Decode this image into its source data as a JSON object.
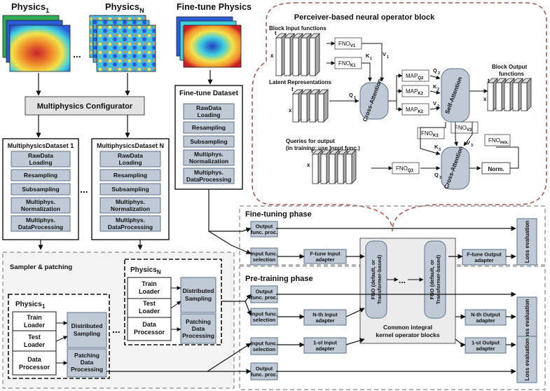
{
  "headers": {
    "physics_1": "Physics",
    "physics_1_sub": "1",
    "physics_n": "Physics",
    "physics_n_sub": "N",
    "finetune_physics": "Fine-tune Physics",
    "ellipsis": "..."
  },
  "configurator": "Multiphysics Configurator",
  "datasets": {
    "ds1_title": "MultiphysicsDataset 1",
    "dsN_title": "MultiphysicsDataset N",
    "ft_title": "Fine-tune Dataset",
    "steps": [
      [
        "RawData",
        "Loading"
      ],
      [
        "Resampling"
      ],
      [
        "Subsampling"
      ],
      [
        "Multiphys.",
        "Normalization"
      ],
      [
        "Multiphys.",
        "DataProcessing"
      ]
    ]
  },
  "sampler": {
    "title": "Sampler & patching",
    "phys1": "Physics",
    "phys1_sub": "1",
    "physN": "Physics",
    "physN_sub": "N",
    "loaders": [
      [
        "Train",
        "Loader"
      ],
      [
        "Test",
        "Loader"
      ],
      [
        "Data",
        "Processor"
      ]
    ],
    "dist": [
      "Distributed",
      "Sampling"
    ],
    "patch": [
      "Patching",
      "Data",
      "Processing"
    ]
  },
  "perceiver": {
    "title": "Perceiver-based neural operator block",
    "block_input": "Block Input functions",
    "latent": "Latent Representations",
    "queries": [
      "Queries for output",
      "(in training: use Input func.)"
    ],
    "block_output": [
      "Block Output",
      "functions"
    ],
    "cross_attention": "Cross-Attention",
    "self_attention": "Self-Attention",
    "norm": "Norm.",
    "axis_t": "t",
    "axis_x": "x"
  },
  "phases": {
    "finetune": "Fine-tuning phase",
    "pretrain": "Pre-training phase",
    "output_proc": [
      "Output",
      "func. proc."
    ],
    "input_sel": [
      "Input func.",
      "selection"
    ],
    "ft_in": [
      "F-tune Input",
      "adapter"
    ],
    "n_in": [
      "N-th Input",
      "adapter"
    ],
    "first_in": [
      "1-st Input",
      "adapter"
    ],
    "ft_out": [
      "F-tune Output",
      "adapter"
    ],
    "n_out": [
      "N-th Output",
      "adapter"
    ],
    "first_out": [
      "1-st Output",
      "adapter"
    ],
    "loss": "Loss evaluation",
    "fno_block": [
      "FNO (default, or",
      "Transformer-based)"
    ],
    "common": [
      "Common integral",
      "kernel operator blocks"
    ]
  },
  "colors": {
    "box_fill": "#bfcad6",
    "box_stroke": "#5c7088",
    "dashed_red": "#a85a52",
    "dashed_gray": "#8a8a8a",
    "panel_fill": "#f1f1f1"
  }
}
